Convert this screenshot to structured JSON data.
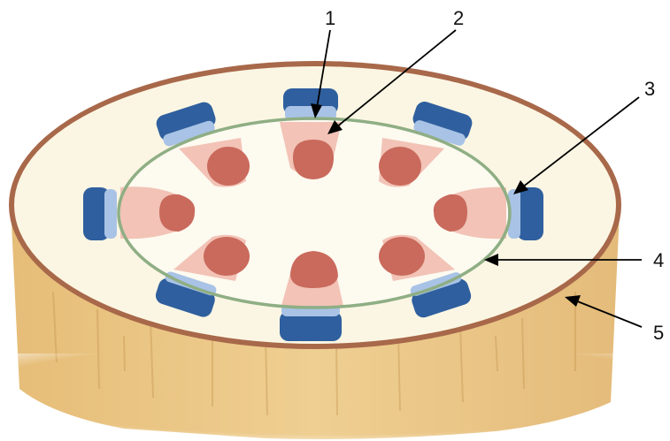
{
  "callouts": [
    {
      "number": "1"
    },
    {
      "number": "2"
    },
    {
      "number": "3"
    },
    {
      "number": "4"
    },
    {
      "number": "5"
    }
  ],
  "colors": {
    "background": "#ffffff",
    "cortex": "#fbf6e3",
    "epidermis": "#a8684a",
    "side": "#ecc886",
    "ring": "#8fae84",
    "phloem": "#2f5f9e",
    "xylem": "#c96a5c",
    "cambium": "#f2c3b6"
  }
}
